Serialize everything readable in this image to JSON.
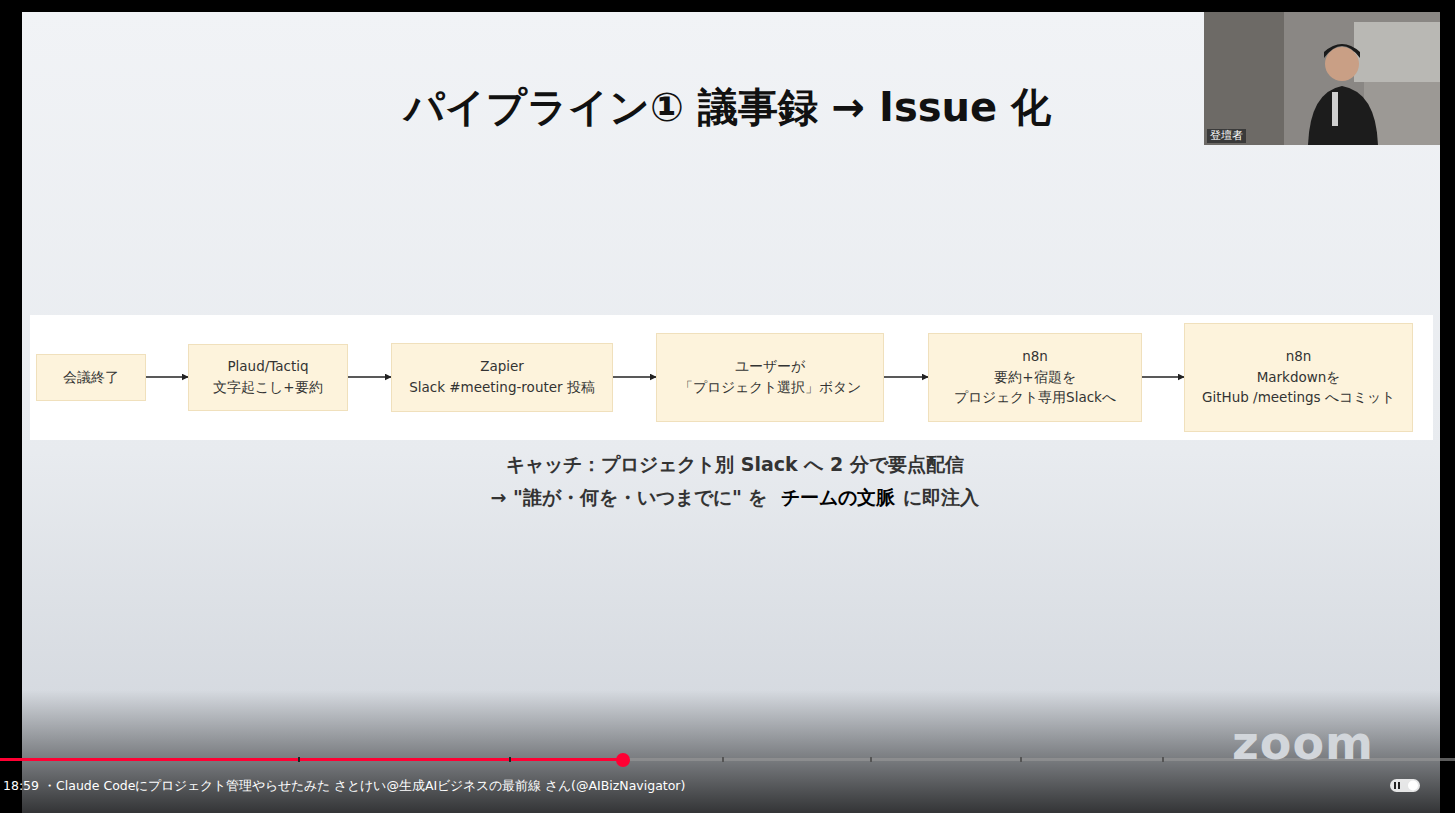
{
  "diagram": {
    "title": "パイプライン① 議事録 → Issue 化",
    "caption": "キャッチ：プロジェクト別 Slack へ 2 分で要点配信",
    "nodes": [
      {
        "text": [
          "会議終了"
        ]
      },
      {
        "text": [
          "Plaud/Tactiq",
          "文字起こし+要約"
        ]
      },
      {
        "text": [
          "Zapier",
          "Slack #meeting-router 投稿"
        ]
      },
      {
        "text": [
          "ユーザーが",
          "「プロジェクト選択」ボタン"
        ]
      },
      {
        "text": [
          "n8n",
          "要約+宿題を",
          "プロジェクト専用Slackへ"
        ]
      },
      {
        "text": [
          "n8n",
          "Markdownを",
          "GitHub /meetings へコミット"
        ]
      }
    ],
    "edges": [
      {
        "from": 0,
        "to": 1,
        "arrow": "to"
      },
      {
        "from": 1,
        "to": 2,
        "arrow": "to"
      },
      {
        "from": 2,
        "to": 3,
        "arrow": "to"
      },
      {
        "from": 3,
        "to": 4,
        "arrow": "to"
      },
      {
        "from": 4,
        "to": 5,
        "arrow": "to"
      }
    ],
    "labels": [
      "→ \"誰が・何を・いつまでに\" を",
      "チームの文脈",
      "に即注入",
      "登壇者",
      "zoom",
      "18:59",
      "・Claude Codeにプロジェクト管理やらせたみた さとけい@生成AIビジネスの最前線 さん(@AIBizNavigator)"
    ]
  }
}
